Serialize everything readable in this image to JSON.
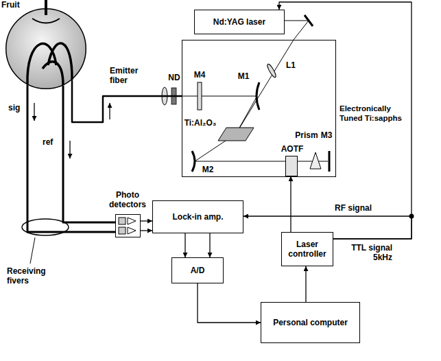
{
  "diagram": {
    "nodes": [
      {
        "text": [
          "Fruit"
        ]
      },
      {
        "text": [
          "Nd:YAG laser"
        ]
      },
      {
        "text": [
          "Electronically Tuned Ti:sapphs"
        ]
      },
      {
        "text": [
          "AOTF"
        ],
        "in": 2
      },
      {
        "text": [
          "Photo detectors"
        ]
      },
      {
        "text": [
          "Lock-in amp."
        ]
      },
      {
        "text": [
          "Laser controller"
        ]
      },
      {
        "text": [
          "A/D"
        ]
      },
      {
        "text": [
          "Personal computer"
        ]
      }
    ],
    "edges": [
      {
        "from": 6,
        "to": 1,
        "arrow": "to"
      },
      {
        "from": 6,
        "to": 3,
        "arrow": "to"
      },
      {
        "from": 6,
        "to": 5,
        "label": "RF signal",
        "arrow": "to"
      },
      {
        "from": 5,
        "to": 7,
        "arrow": "to"
      },
      {
        "from": 5,
        "to": 7,
        "arrow": "to"
      },
      {
        "from": 7,
        "to": 8,
        "arrow": "to"
      },
      {
        "from": 8,
        "to": 6,
        "arrow": "to"
      },
      {
        "from": 4,
        "to": 5,
        "arrow": "to"
      },
      {
        "from": 4,
        "to": 5,
        "arrow": "to"
      },
      {
        "from": 0,
        "to": 4,
        "label": "sig",
        "arrow": "none"
      },
      {
        "from": 0,
        "to": 4,
        "label": "ref",
        "arrow": "none"
      },
      {
        "from": 2,
        "to": 0,
        "label": "Emitter fiber",
        "arrow": "none"
      },
      {
        "from": 1,
        "to": 2,
        "arrow": "none"
      }
    ],
    "labels": [
      "ND",
      "M4",
      "M1",
      "L1",
      "Ti:Al₂O₃",
      "M2",
      "Prism",
      "M3",
      "TTL signal 5kHz",
      "Receiving fivers"
    ]
  }
}
